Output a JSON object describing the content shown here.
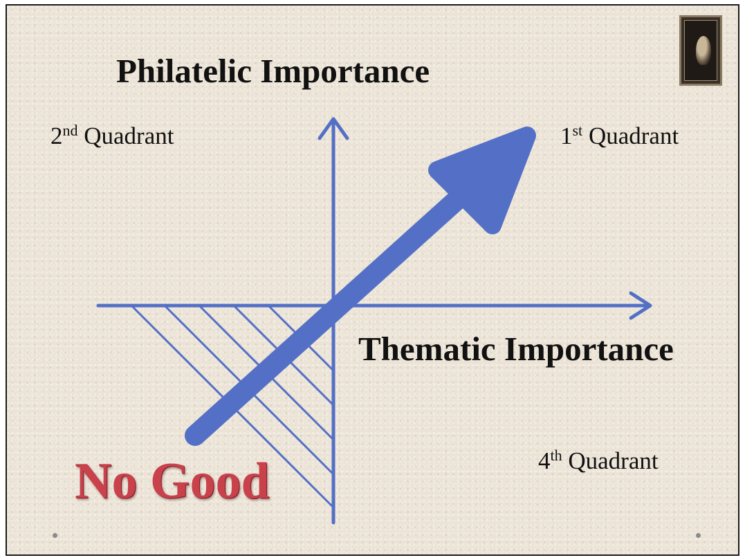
{
  "slide": {
    "title": "Philatelic Importance",
    "x_axis_title": "Thematic Importance",
    "quadrant_2": {
      "num": "2",
      "suffix": "nd",
      "word": "Quadrant"
    },
    "quadrant_1": {
      "num": "1",
      "suffix": "st",
      "word": "Quadrant"
    },
    "quadrant_4": {
      "num": "4",
      "suffix": "th",
      "word": "Quadrant"
    },
    "no_good_label": "No Good",
    "stamp_icon": "penny-black-stamp-icon"
  },
  "colors": {
    "axis_blue": "#5470c6",
    "no_good_red": "#c8414b",
    "background": "#ebe3d6"
  }
}
